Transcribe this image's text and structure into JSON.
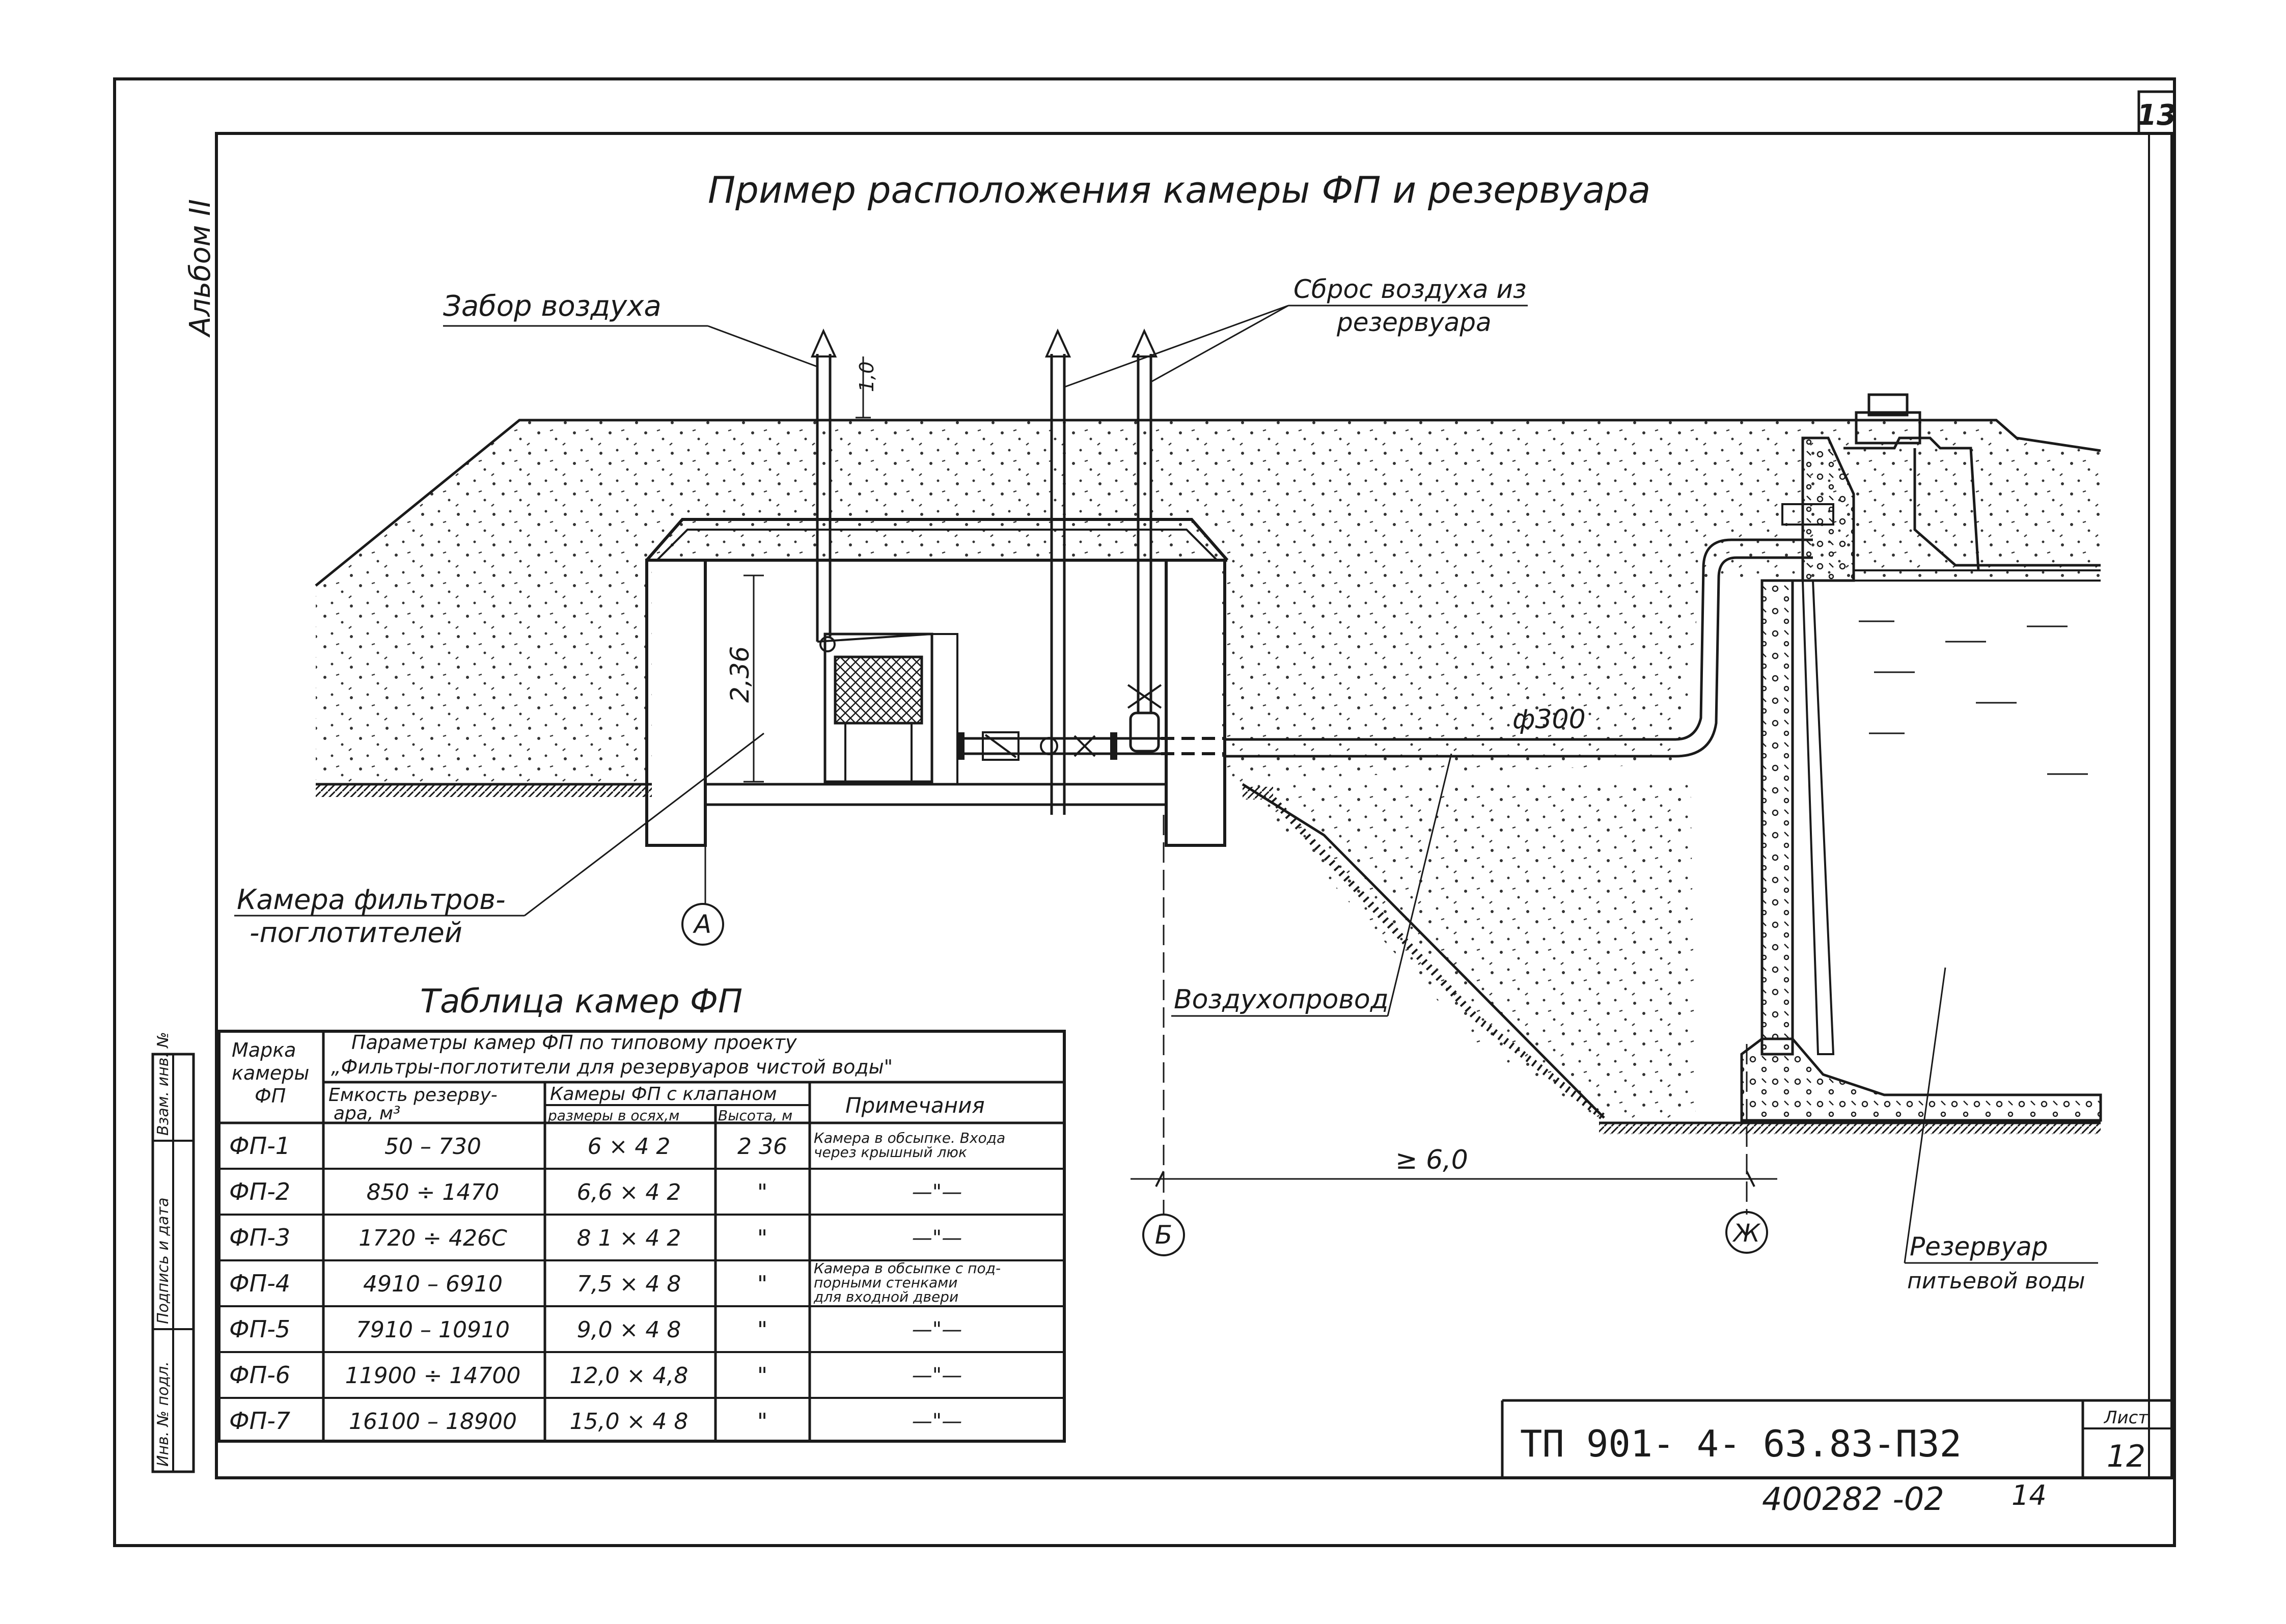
{
  "sheet_number_top": "13",
  "album_label": "Альбом II",
  "title": "Пример расположения камеры ФП и резервуара",
  "labels": {
    "air_intake": "Забор воздуха",
    "air_discharge_line1": "Сброс воздуха из",
    "air_discharge_line2": "резервуара",
    "height_1_0": "1,0",
    "height_2_36": "2,36",
    "pipe_diameter": "ф300",
    "chamber_line1": "Камера фильтров-",
    "chamber_line2": "-поглотителей",
    "air_duct": "Воздухопровод",
    "distance": "≥ 6,0",
    "reservoir_line1": "Резервуар",
    "reservoir_line2": "питьевой воды"
  },
  "axes": {
    "a": "А",
    "b": "Б",
    "zh": "Ж"
  },
  "table": {
    "title": "Таблица камер ФП",
    "col_mark_line1": "Марка",
    "col_mark_line2": "камеры",
    "col_mark_line3": "ФП",
    "params_line1": "Параметры камер ФП по типовому проекту",
    "params_line2": "„Фильтры-поглотители для резервуаров чистой воды\"",
    "col_capacity_line1": "Емкость резерву-",
    "col_capacity_line2": "ара, м³",
    "col_chamber_valve": "Камеры ФП с клапаном",
    "col_dimensions": "размеры в осях,м",
    "col_height": "Высота, м",
    "col_notes": "Примечания",
    "rows": [
      {
        "mark": "ФП-1",
        "capacity": "50 – 730",
        "dims": "6 × 4 2",
        "height": "2 36",
        "note1": "Камера в обсыпке. Входа",
        "note2": "через крышный люк",
        "note3": ""
      },
      {
        "mark": "ФП-2",
        "capacity": "850 ÷ 1470",
        "dims": "6,6 × 4 2",
        "height": "\"",
        "note1": "—\"—",
        "note2": "",
        "note3": ""
      },
      {
        "mark": "ФП-3",
        "capacity": "1720 ÷ 426С",
        "dims": "8 1 × 4 2",
        "height": "\"",
        "note1": "—\"—",
        "note2": "",
        "note3": ""
      },
      {
        "mark": "ФП-4",
        "capacity": "4910 – 6910",
        "dims": "7,5 × 4 8",
        "height": "\"",
        "note1": "Камера в обсыпке с под-",
        "note2": "порными стенками",
        "note3": "для входной двери"
      },
      {
        "mark": "ФП-5",
        "capacity": "7910 – 10910",
        "dims": "9,0 × 4 8",
        "height": "\"",
        "note1": "—\"—",
        "note2": "",
        "note3": ""
      },
      {
        "mark": "ФП-6",
        "capacity": "11900 ÷ 14700",
        "dims": "12,0 × 4,8",
        "height": "\"",
        "note1": "—\"—",
        "note2": "",
        "note3": ""
      },
      {
        "mark": "ФП-7",
        "capacity": "16100 – 18900",
        "dims": "15,0 × 4 8",
        "height": "\"",
        "note1": "—\"—",
        "note2": "",
        "note3": ""
      }
    ]
  },
  "side_stamp": [
    "Инв. № подл.",
    "Подпись и дата",
    "Взам. инв. №"
  ],
  "stamp": {
    "code": "ТП 901- 4- 63.83-ПЗ2",
    "sheet_label": "Лист",
    "sheet_value": "12"
  },
  "archive_number": "400282 -02",
  "archive_page": "14"
}
